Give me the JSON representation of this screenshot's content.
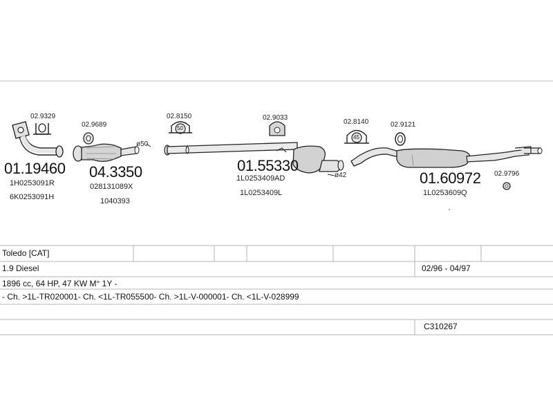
{
  "colors": {
    "line": "#222222",
    "fill_light": "#e2e2e2",
    "fill_mid": "#cfcfcf",
    "rule": "#b3b3b3"
  },
  "parts": {
    "front_pipe": {
      "number": "01.19460",
      "refs": [
        "1H0253091R",
        "6K0253091H"
      ]
    },
    "front_clamp": {
      "number": "02.9329"
    },
    "catalyst": {
      "number": "04.3350",
      "refs": [
        "028131089X",
        "1040393"
      ]
    },
    "catalyst_gasket": {
      "number": "02.9689"
    },
    "middle_pipe_clamp": {
      "number": "02.8150",
      "size": "50",
      "size_label": "ø50"
    },
    "middle_hanger": {
      "number": "02.9033"
    },
    "middle_silencer": {
      "number": "01.55330",
      "refs": [
        "1L0253409AD",
        "1L0253409L"
      ],
      "size": "42",
      "size_label": "ø42"
    },
    "rear_clamp": {
      "number": "02.8140",
      "size": "45"
    },
    "rear_hanger": {
      "number": "02.9121"
    },
    "rear_silencer": {
      "number": "01.60972",
      "refs": [
        "1L0253609Q"
      ]
    },
    "rear_rubber": {
      "number": "02.9796"
    }
  },
  "vehicle_table": {
    "model": "Toledo  [CAT]",
    "engine": "1.9 Diesel",
    "period": "02/96 - 04/97",
    "specs": "1896 cc, 64 HP, 47 KW M° 1Y -",
    "chassis": "- Ch. >1L-TR020001- Ch. <1L-TR055500- Ch. >1L-V-000001- Ch. <1L-V-028999",
    "code": "C310267"
  }
}
